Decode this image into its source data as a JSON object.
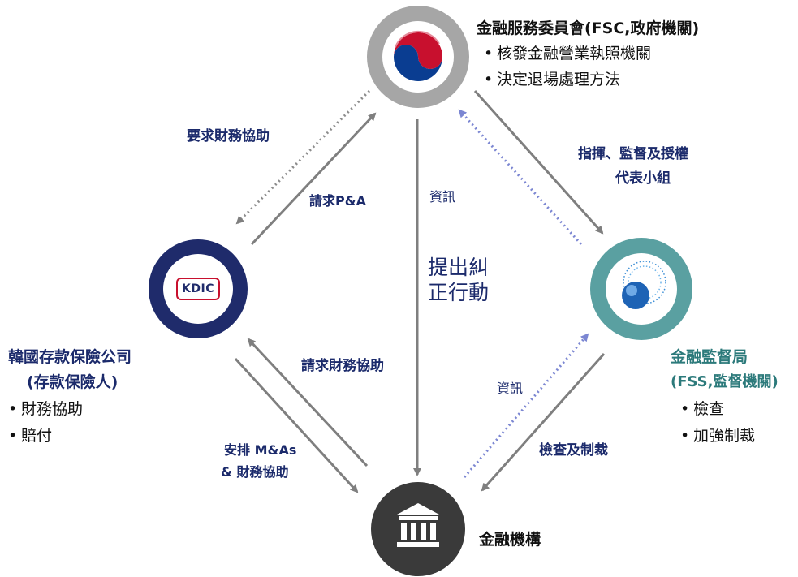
{
  "nodes": {
    "fsc": {
      "title": "金融服務委員會(FSC,政府機關)",
      "bullets": [
        "核發金融營業執照機關",
        "決定退場處理方法"
      ]
    },
    "kdic": {
      "logo_text": "KDIC",
      "title_line1": "韓國存款保險公司",
      "title_line2": "(存款保險人)",
      "bullets": [
        "財務協助",
        "賠付"
      ]
    },
    "fss": {
      "title_line1": "金融監督局",
      "title_line2": "(FSS,監督機關)",
      "bullets": [
        "檢查",
        "加強制裁"
      ]
    },
    "bank": {
      "title": "金融機構"
    }
  },
  "edges": {
    "request_financial_aid_top": "要求財務協助",
    "request_pa": "請求P&A",
    "info_center": "資訊",
    "corrective_line1": "提出糾",
    "corrective_line2": "正行動",
    "command_line1": "指揮、監督及授權",
    "command_line2": "代表小組",
    "request_financial_aid_mid": "請求財務協助",
    "arrange_line1": "安排 M&As",
    "arrange_line2": "& 財務協助",
    "info_right": "資訊",
    "inspect_sanction": "檢查及制裁"
  },
  "colors": {
    "edge_label": "#1b2a6b",
    "arrow_solid": "#7f7f7f",
    "arrow_dotted_blue": "#7b86d2",
    "fss_title": "#2c7a7b",
    "fsc_ring": "#a6a6a6",
    "kdic_ring": "#1f2b6b",
    "fss_ring": "#5aa0a1",
    "bank_fill": "#3a3a3a"
  }
}
